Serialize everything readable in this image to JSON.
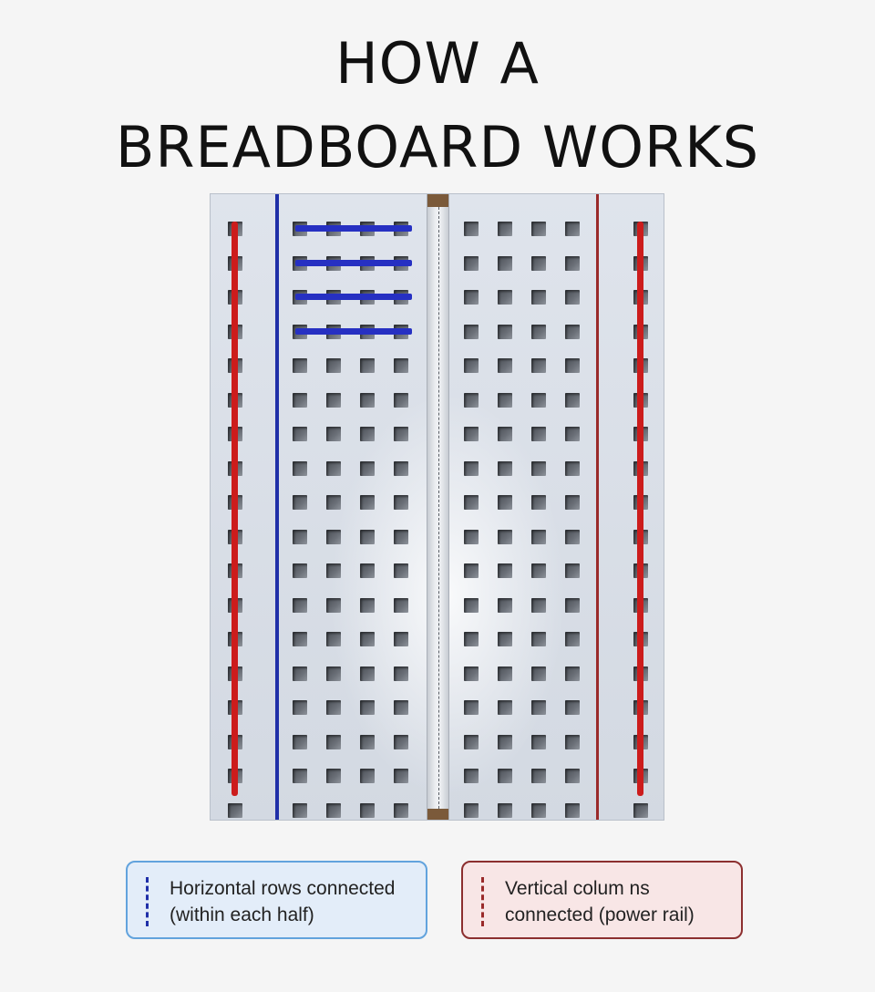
{
  "title": {
    "line1": "HOW A",
    "line2": "BREADBOARD WORKS"
  },
  "board": {
    "hole_rows": 18,
    "holes_per_half_row": 4,
    "highlighted_rows": 4,
    "colors": {
      "row_connection": "#2630c2",
      "power_rail": "#cc1c1c",
      "blue_rule": "#1f2fa8",
      "red_rule": "#9a2a2a"
    }
  },
  "legend": {
    "rows": {
      "icon": "blue-dashed-line",
      "line1": "Horizontal rows connected",
      "line2": "(within each half)"
    },
    "power": {
      "icon": "red-dashed-line",
      "line1": "Vertical colum ns",
      "line2": "connected (power rail)"
    }
  }
}
